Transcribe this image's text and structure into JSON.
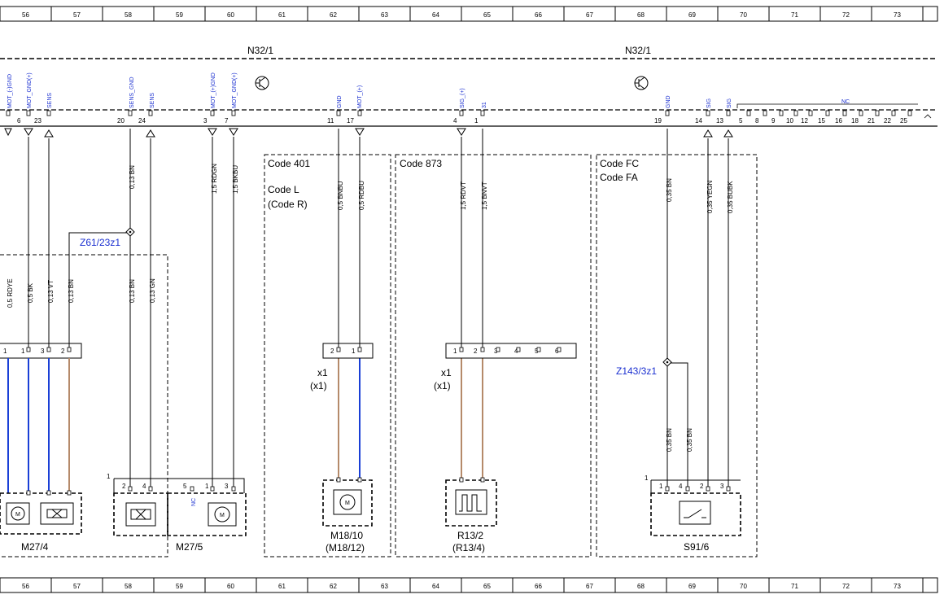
{
  "grid": {
    "columns": [
      "56",
      "57",
      "58",
      "59",
      "60",
      "61",
      "62",
      "63",
      "64",
      "65",
      "66",
      "67",
      "68",
      "69",
      "70",
      "71",
      "72",
      "73"
    ]
  },
  "control_units": [
    {
      "label": "N32/1"
    },
    {
      "label": "N32/1"
    }
  ],
  "top_pins": [
    {
      "name": "MOT_(-)GND",
      "num": "6"
    },
    {
      "name": "MOT_GND(+)",
      "num": "23"
    },
    {
      "name": "SENS",
      "num": ""
    },
    {
      "name": "SENS_GND",
      "num": "20"
    },
    {
      "name": "SENS",
      "num": "24"
    },
    {
      "name": "MOT_(+)GND",
      "num": "3"
    },
    {
      "name": "MOT_GND(+)",
      "num": "7"
    },
    {
      "name": "GND",
      "num": "11"
    },
    {
      "name": "MOT_(+)",
      "num": "17"
    },
    {
      "name": "SIG_(+)",
      "num": "4"
    },
    {
      "name": "31",
      "num": "1"
    },
    {
      "name": "GND",
      "num": "19"
    },
    {
      "name": "SIG",
      "num": "14"
    },
    {
      "name": "SIG",
      "num": "13"
    }
  ],
  "nc_label": "NC",
  "nc_pins": [
    "5",
    "8",
    "9",
    "10",
    "12",
    "15",
    "16",
    "18",
    "21",
    "22",
    "25"
  ],
  "wires": [
    {
      "label": "0,13 BN"
    },
    {
      "label": "1,5 RDGN"
    },
    {
      "label": "1,5 BKBU"
    },
    {
      "label": "0,5 BNBU"
    },
    {
      "label": "0,5 RDBU"
    },
    {
      "label": "1,5 RDVT"
    },
    {
      "label": "1,5 BNVT"
    },
    {
      "label": "0,35 BN"
    },
    {
      "label": "0,35 YEGN"
    },
    {
      "label": "0,35 BUBK"
    },
    {
      "label": "0,5 RDYE"
    },
    {
      "label": "0,5 BK"
    },
    {
      "label": "0,13 VT"
    },
    {
      "label": "0,13 BN"
    },
    {
      "label": "0,13 BN"
    },
    {
      "label": "0,13 GN"
    },
    {
      "label": "0,35 BN"
    },
    {
      "label": "0,35 BN"
    }
  ],
  "codes": {
    "code401": "Code 401",
    "codeL": "Code L",
    "codeR": "(Code R)",
    "code873": "Code 873",
    "codeFC": "Code FC",
    "codeFA": "Code FA"
  },
  "splices": {
    "z61": "Z61/23z1",
    "z143": "Z143/3z1"
  },
  "connectors": {
    "x1a": "x1",
    "x1a_alt": "(x1)",
    "x1b": "x1",
    "x1b_alt": "(x1)"
  },
  "pin_numbers": {
    "m27_4": [
      "1",
      "3",
      "2"
    ],
    "m27_5": [
      "2",
      "4",
      "5",
      "1",
      "3"
    ],
    "m27_5_one": "1",
    "m27_5_nc": "NC",
    "m18": [
      "2",
      "1"
    ],
    "r13": [
      "1",
      "2",
      "3",
      "4",
      "5",
      "6"
    ],
    "s91": [
      "1",
      "4",
      "2",
      "3"
    ],
    "s91_one": "1",
    "m27_4_left": "1"
  },
  "components": {
    "m27_4": "M27/4",
    "m27_5": "M27/5",
    "m18_10": "M18/10",
    "m18_12": "(M18/12)",
    "r13_2": "R13/2",
    "r13_4": "(R13/4)",
    "s91_6": "S91/6"
  },
  "colors": {
    "blue_wire": "#1a3fd6",
    "brown_wire": "#b58a6a",
    "link_text": "#1a2fd0"
  }
}
